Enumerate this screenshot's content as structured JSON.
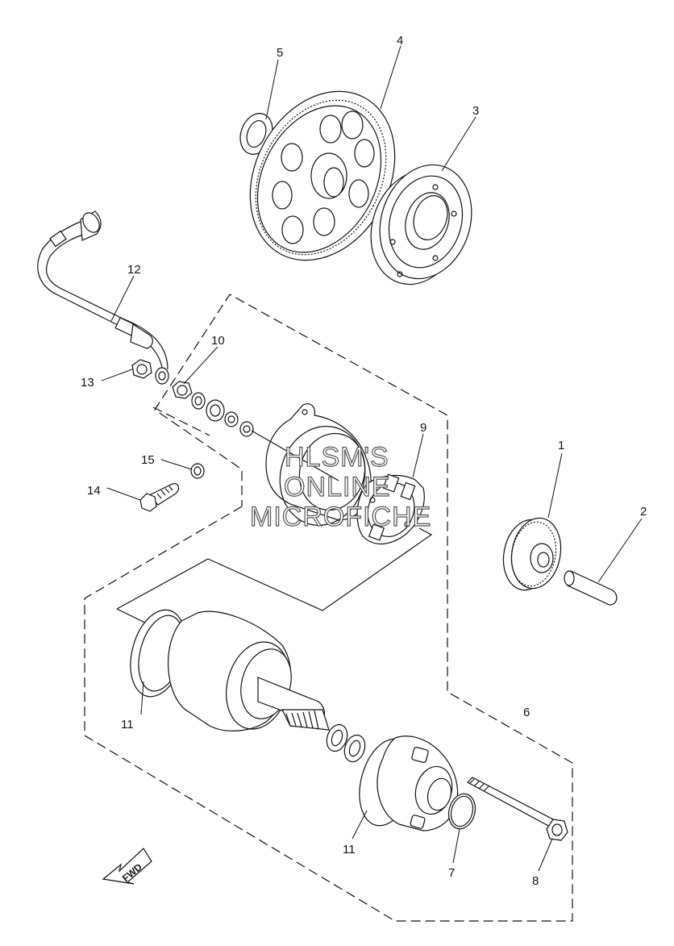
{
  "callouts": {
    "c1": "1",
    "c2": "2",
    "c3": "3",
    "c4": "4",
    "c5": "5",
    "c6": "6",
    "c7": "7",
    "c8": "8",
    "c9": "9",
    "c10": "10",
    "c11a": "11",
    "c11b": "11",
    "c12": "12",
    "c13": "13",
    "c14": "14",
    "c15": "15"
  },
  "watermark": {
    "line1": "HLSM'S",
    "line2": "ONLINE",
    "line3": "MICROFICHE"
  },
  "fwd_label": "FWD"
}
